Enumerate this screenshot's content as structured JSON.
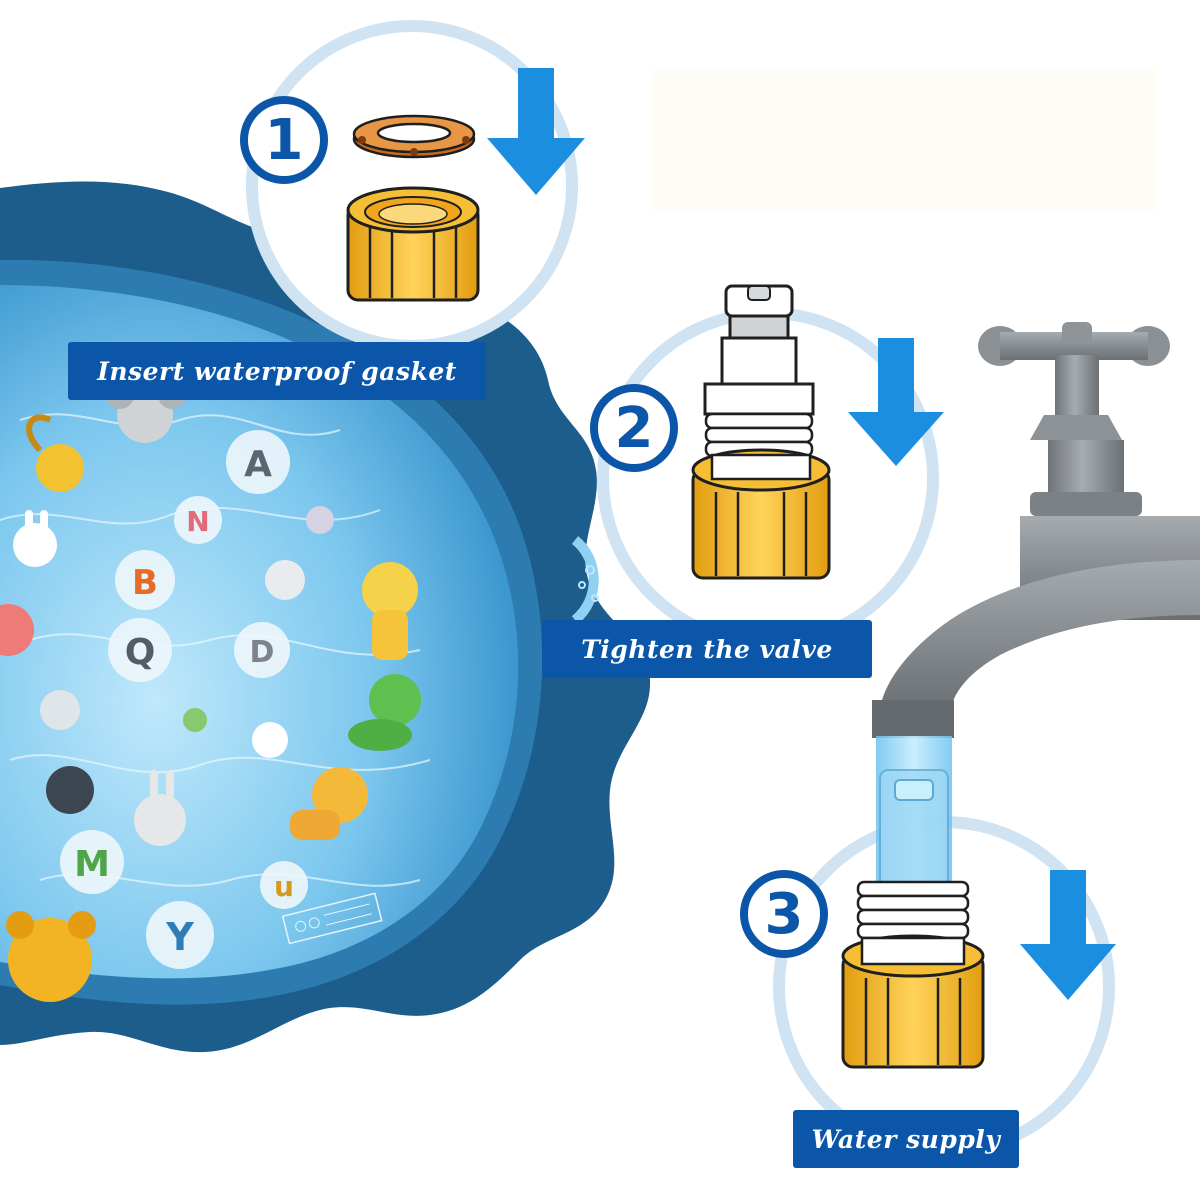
{
  "steps": [
    {
      "number": "1",
      "label": "Insert waterproof gasket"
    },
    {
      "number": "2",
      "label": "Tighten the valve"
    },
    {
      "number": "3",
      "label": "Water supply"
    }
  ],
  "mat_letters": [
    "A",
    "N",
    "B",
    "Q",
    "D",
    "M",
    "u",
    "Y"
  ],
  "icons": {
    "arrow": "down-arrow-icon",
    "gasket": "gasket-ring-icon",
    "connector": "hose-connector-icon",
    "valve": "valve-nozzle-icon",
    "faucet": "faucet-icon"
  },
  "colors": {
    "label_bg": "#0b56a8",
    "circle_ring": "#cfe3f3",
    "arrow": "#1b8ee0",
    "brass": "#f2b21d",
    "mat_rim": "#1d5d8c",
    "water": "#8fd1f2"
  }
}
